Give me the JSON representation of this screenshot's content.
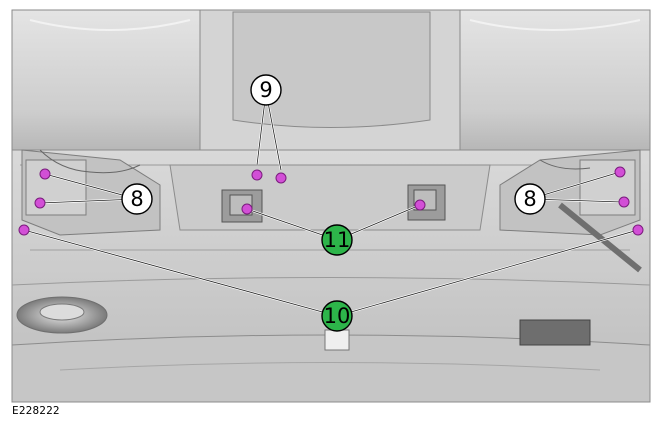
{
  "figure_id": "E228222",
  "colors": {
    "fastener_highlight": "#d24fd6",
    "green_callout": "#2db54a",
    "leader_line": "#ffffff",
    "panel_shade": "#bfbfbf"
  },
  "callouts": [
    {
      "label": "9",
      "style": "white"
    },
    {
      "label": "8",
      "style": "white"
    },
    {
      "label": "8",
      "style": "white"
    },
    {
      "label": "11",
      "style": "green"
    },
    {
      "label": "10",
      "style": "green"
    }
  ]
}
